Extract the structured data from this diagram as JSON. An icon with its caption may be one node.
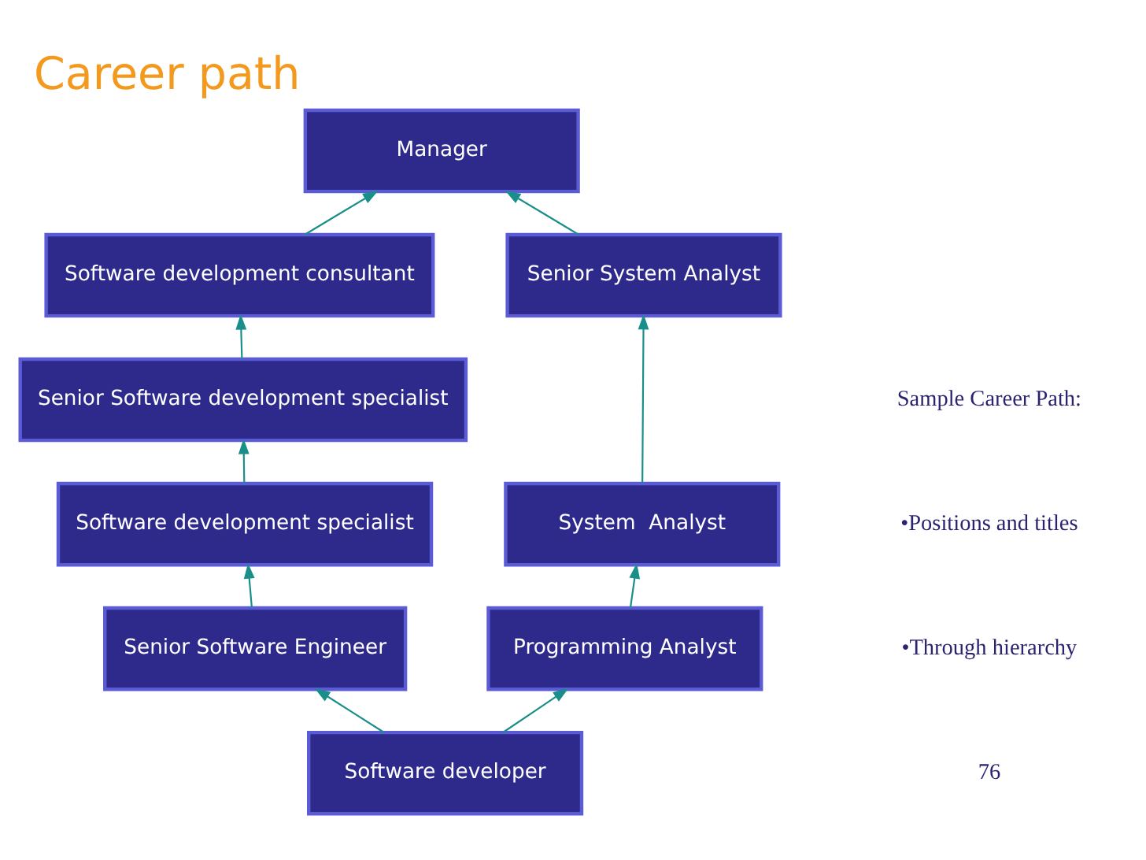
{
  "diagram": {
    "title": "Career path",
    "nodes": [
      {
        "text": [
          "Manager"
        ]
      },
      {
        "text": [
          "Software development consultant"
        ]
      },
      {
        "text": [
          "Senior System Analyst"
        ]
      },
      {
        "text": [
          "Senior Software development specialist"
        ]
      },
      {
        "text": [
          "Software development specialist"
        ]
      },
      {
        "text": [
          "System  Analyst"
        ]
      },
      {
        "text": [
          "Senior Software Engineer"
        ]
      },
      {
        "text": [
          "Programming Analyst"
        ]
      },
      {
        "text": [
          "Software developer"
        ]
      }
    ],
    "edges": [
      {
        "from": 8,
        "to": 6,
        "arrow": "to"
      },
      {
        "from": 6,
        "to": 4,
        "arrow": "to"
      },
      {
        "from": 4,
        "to": 3,
        "arrow": "to"
      },
      {
        "from": 3,
        "to": 1,
        "arrow": "to"
      },
      {
        "from": 1,
        "to": 0,
        "arrow": "to"
      },
      {
        "from": 8,
        "to": 7,
        "arrow": "to"
      },
      {
        "from": 7,
        "to": 5,
        "arrow": "to"
      },
      {
        "from": 5,
        "to": 2,
        "arrow": "to"
      },
      {
        "from": 2,
        "to": 0,
        "arrow": "to"
      }
    ],
    "labels": [
      "Sample Career Path:",
      "•Positions and titles",
      "•Through hierarchy",
      "76"
    ]
  }
}
